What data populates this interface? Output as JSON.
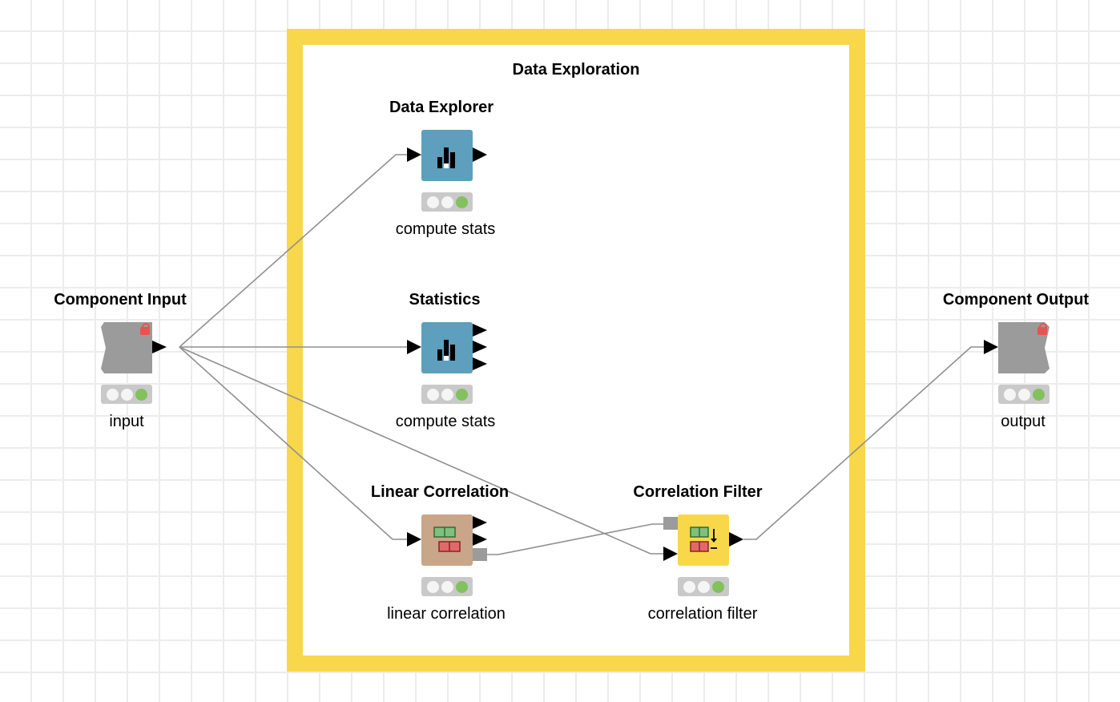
{
  "annotation": {
    "title": "Data Exploration",
    "color": "#f8d74b"
  },
  "nodes": {
    "component_input": {
      "name": "Component Input",
      "label": "input",
      "color": "#9b9b9b"
    },
    "data_explorer": {
      "name": "Data Explorer",
      "label": "compute stats",
      "color": "#5d9fbc"
    },
    "statistics": {
      "name": "Statistics",
      "label": "compute stats",
      "color": "#5d9fbc"
    },
    "linear_correlation": {
      "name": "Linear Correlation",
      "label": "linear correlation",
      "color": "#c9a589"
    },
    "correlation_filter": {
      "name": "Correlation Filter",
      "label": "correlation filter",
      "color": "#f8d74b"
    },
    "component_output": {
      "name": "Component Output",
      "label": "output",
      "color": "#9b9b9b"
    }
  },
  "node_state": "executed",
  "icons": {
    "view_node": "bar-chart-icon",
    "manipulator_node": "table-filter-icon",
    "component": "lock-icon"
  }
}
